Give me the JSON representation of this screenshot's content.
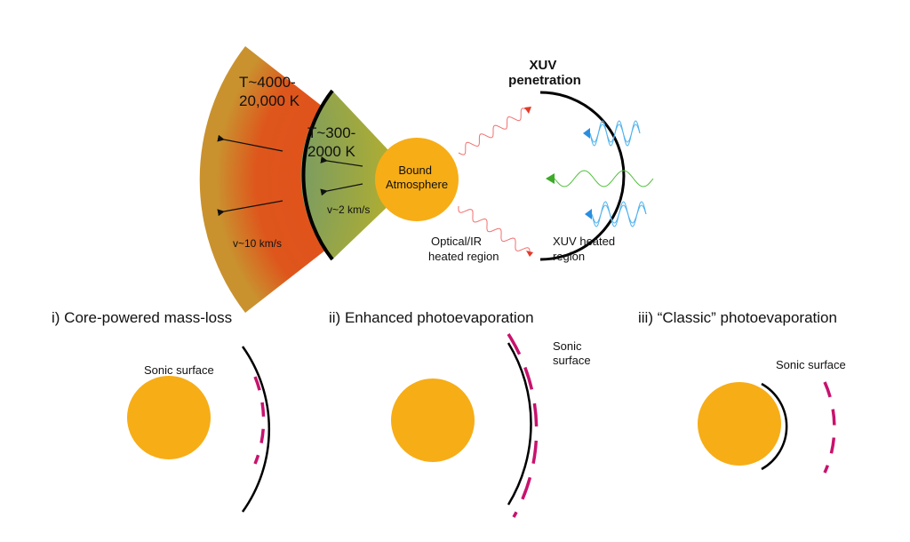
{
  "top_diagram": {
    "outer_region_temp": [
      "T~4000-",
      "20,000 K"
    ],
    "inner_region_temp": [
      "T~300-",
      "2000 K"
    ],
    "outer_velocity": "v~10 km/s",
    "inner_velocity": "v~2 km/s",
    "planet_label": [
      "Bound",
      "Atmosphere"
    ],
    "xuv_title": [
      "XUV",
      "penetration"
    ],
    "optical_ir_label": [
      "Optical/IR",
      "heated region"
    ],
    "xuv_heated_label": [
      "XUV heated",
      "region"
    ]
  },
  "panels": [
    {
      "title": "i) Core-powered mass-loss",
      "sonic_label": [
        "Sonic surface"
      ]
    },
    {
      "title": "ii) Enhanced photoevaporation",
      "sonic_label": [
        "Sonic",
        "surface"
      ]
    },
    {
      "title": "iii) “Classic” photoevaporation",
      "sonic_label": [
        "Sonic surface"
      ]
    }
  ],
  "colors": {
    "planet": "#f7ad16",
    "sonic_surface": "#c8126e",
    "boundary": "#000000",
    "outer_wedge_edge": "#c9922f",
    "outer_wedge_center": "#e0531b",
    "inner_wedge_center": "#4e8f86",
    "inner_wedge_edge": "#b7b02a",
    "optical_ir_wave": "#f07070",
    "xuv_wave_blue": "#52b3ec",
    "xuv_wave_green": "#4fbf3a"
  }
}
